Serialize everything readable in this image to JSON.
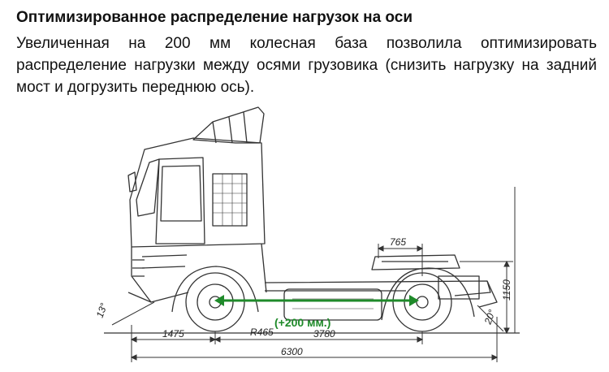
{
  "heading": "Оптимизированное распределение нагрузок на оси",
  "paragraph": "Увеличенная на 200 мм колесная база позволила оптимизировать распределение нагрузки между осями грузовика (снизить нагрузку на задний мост и догрузить переднюю ось).",
  "dimensions": {
    "fifth_wheel_offset": "765",
    "front_overhang": "1475",
    "turn_radius": "R465",
    "wheelbase": "3780",
    "overall_length": "6300",
    "saddle_height": "1150",
    "approach_angle": "13°",
    "departure_angle": "20°"
  },
  "wheelbase_increase_label": "(+200 мм.)",
  "colors": {
    "accent_green": "#1f8a2a",
    "line": "#333333"
  }
}
